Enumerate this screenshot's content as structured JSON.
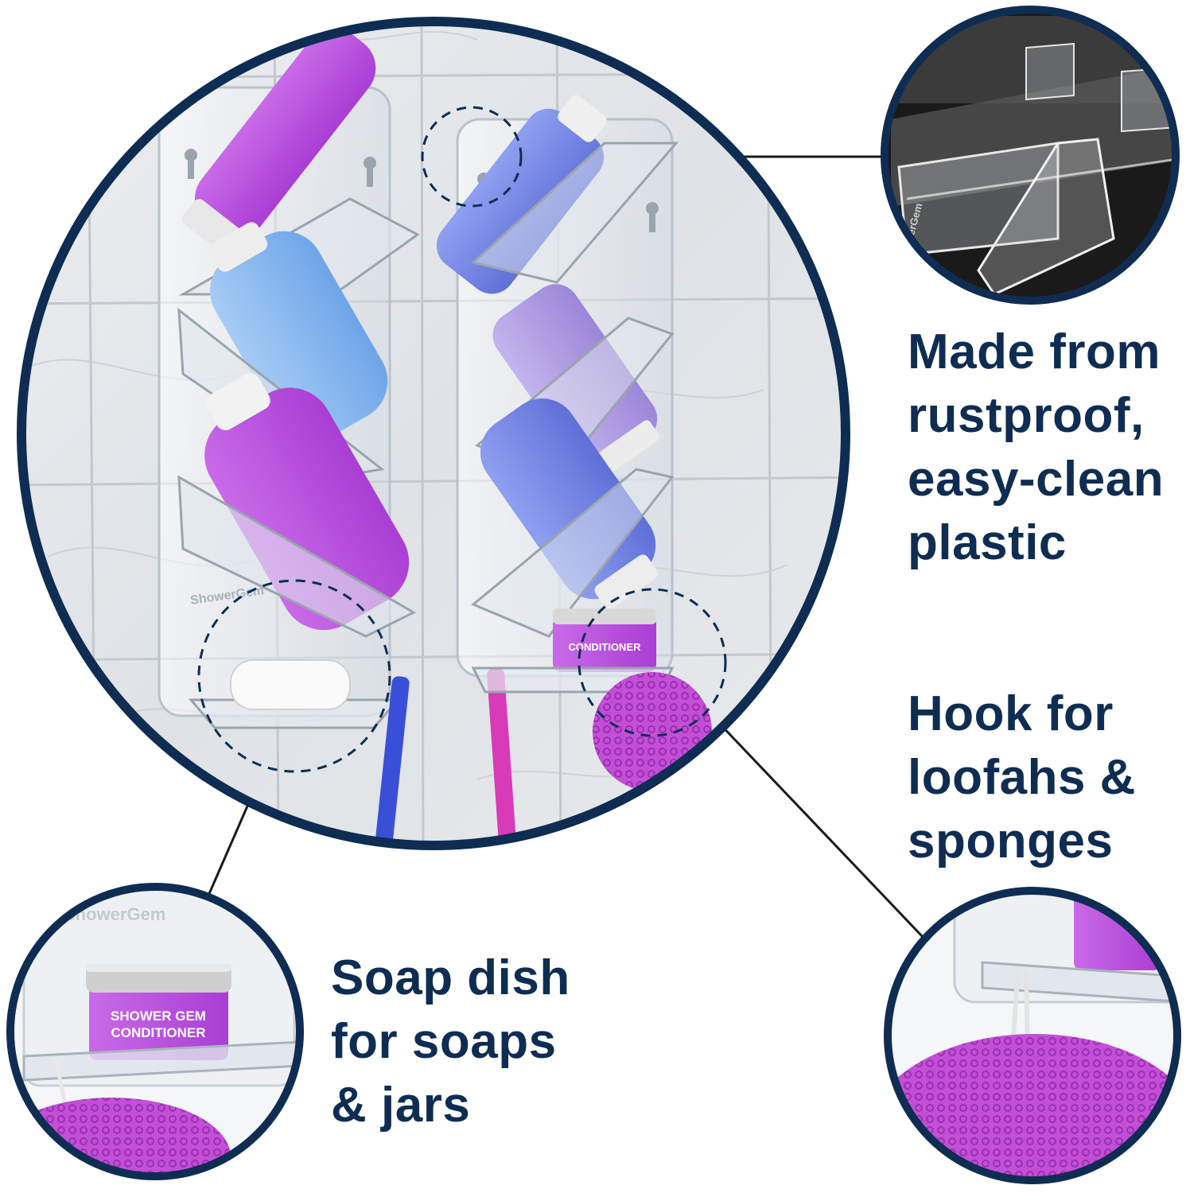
{
  "features": {
    "plastic": {
      "lines": [
        "Made from",
        "rustproof,",
        "easy-clean",
        "plastic"
      ]
    },
    "hook": {
      "lines": [
        "Hook for",
        "loofahs &",
        "sponges"
      ]
    },
    "soap": {
      "lines": [
        "Soap dish",
        "for soaps",
        "& jars"
      ]
    }
  },
  "product_prints": {
    "jar_label_line1": "SHOWER GEM",
    "jar_label_line2": "CONDITIONER",
    "logo_watermark": "ShowerGem"
  },
  "colors": {
    "accent_navy": "#0f2d52",
    "purple": "#b44bd9",
    "lavender": "#9d8bd6",
    "blue": "#6e82e0",
    "sky": "#7fb3ee",
    "magenta": "#c64bd6"
  }
}
